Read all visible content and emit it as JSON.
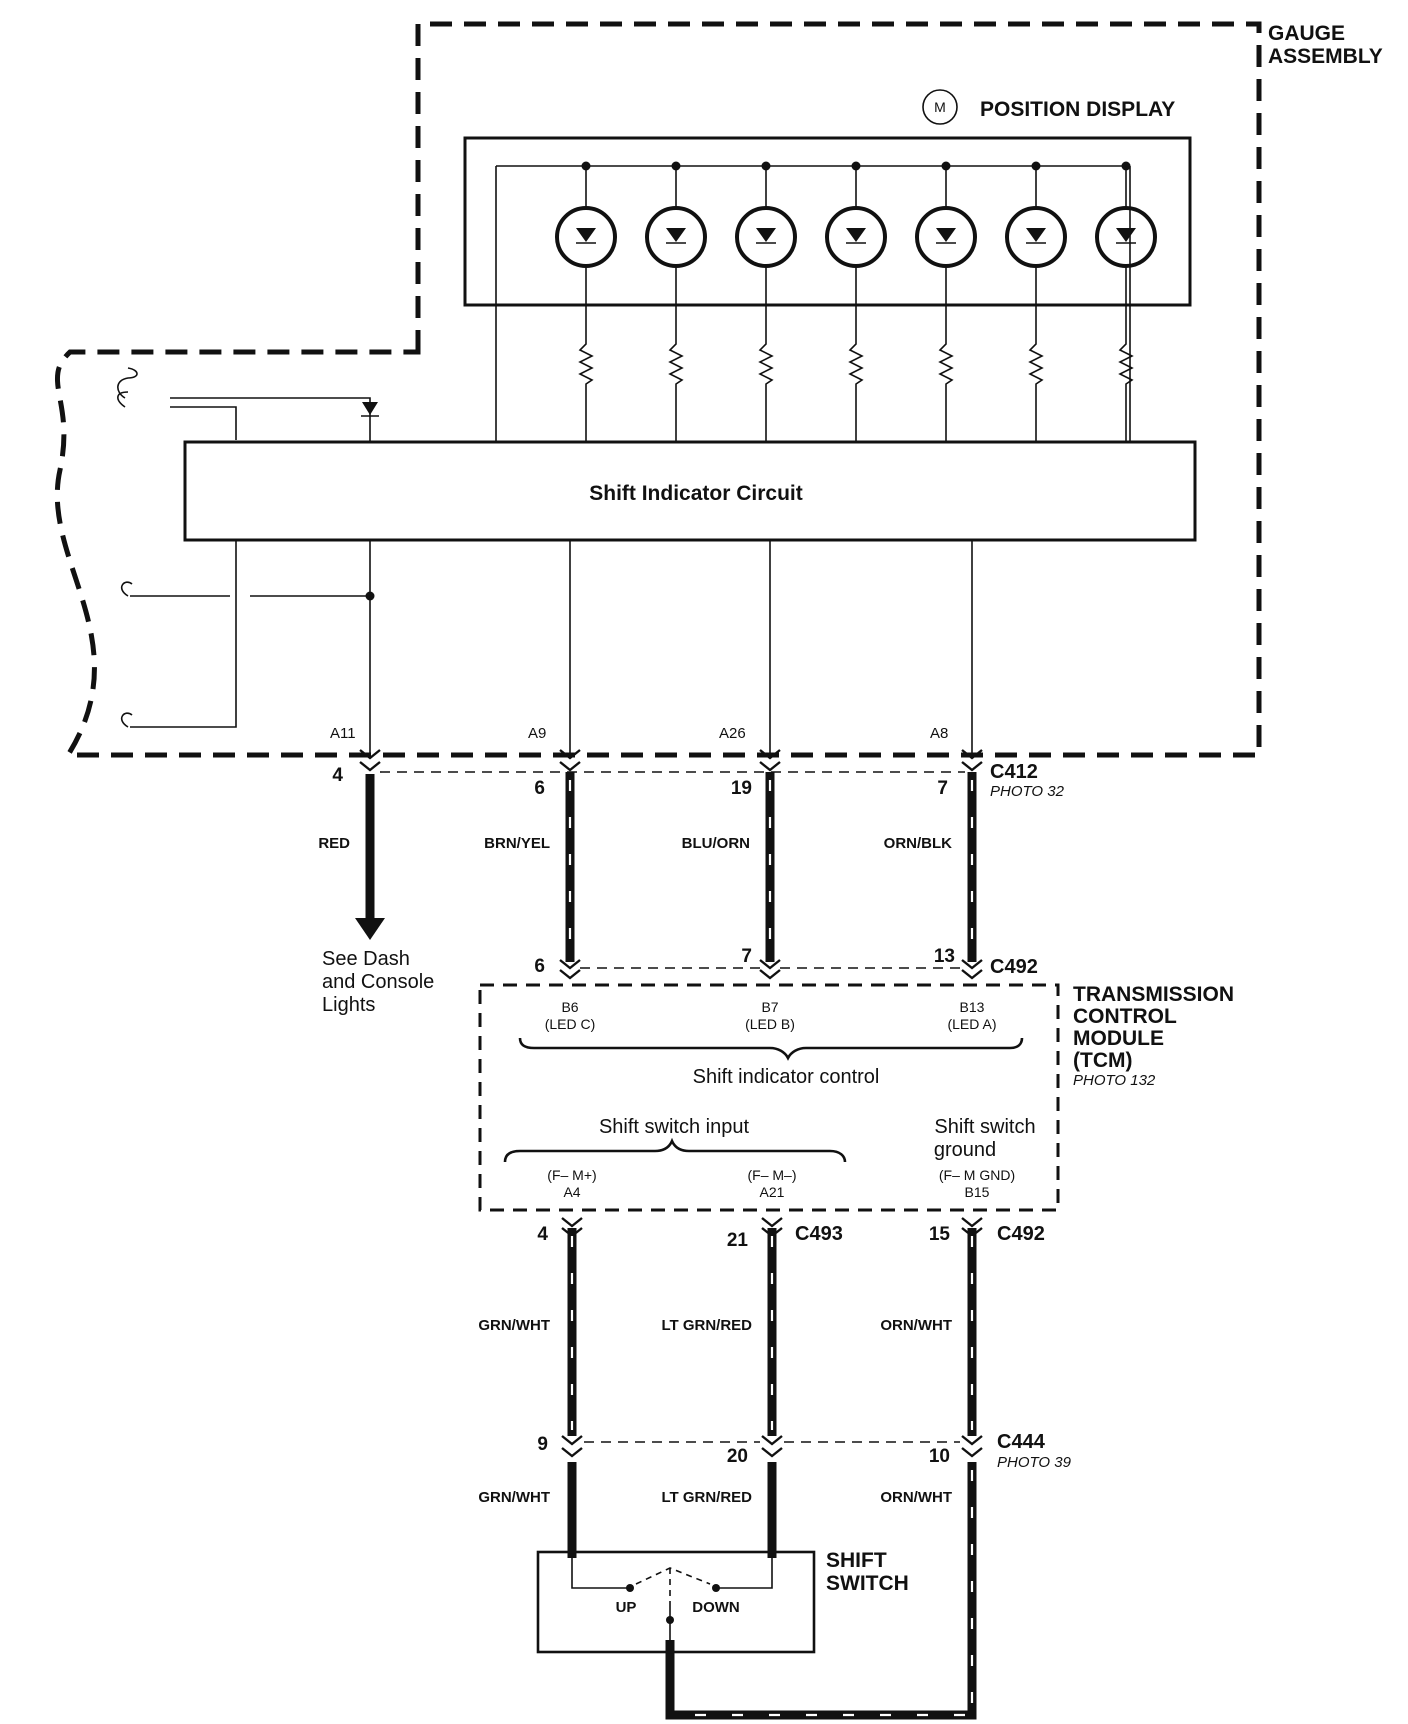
{
  "gauge_assembly": {
    "title_line1": "GAUGE",
    "title_line2": "ASSEMBLY"
  },
  "position_display": {
    "symbol": "M",
    "label": "POSITION DISPLAY",
    "led_count": 7
  },
  "shift_indicator_circuit": {
    "label": "Shift Indicator Circuit"
  },
  "gauge_pins": [
    "A11",
    "A9",
    "A26",
    "A8"
  ],
  "connector_c412": {
    "name": "C412",
    "photo": "PHOTO 32",
    "pins": [
      "4",
      "6",
      "19",
      "7"
    ]
  },
  "upper_wires": [
    "RED",
    "BRN/YEL",
    "BLU/ORN",
    "ORN/BLK"
  ],
  "dash_note": {
    "line1": "See Dash",
    "line2": "and Console",
    "line3": "Lights"
  },
  "connector_c492_top": {
    "name": "C492",
    "pins": [
      "6",
      "7",
      "13"
    ]
  },
  "tcm": {
    "title_line1": "TRANSMISSION",
    "title_line2": "CONTROL",
    "title_line3": "MODULE",
    "title_line4": "(TCM)",
    "photo": "PHOTO 132",
    "led_terminals": [
      {
        "pin": "B6",
        "desc": "(LED C)"
      },
      {
        "pin": "B7",
        "desc": "(LED B)"
      },
      {
        "pin": "B13",
        "desc": "(LED A)"
      }
    ],
    "shift_indicator_control": "Shift indicator control",
    "shift_switch_input": "Shift switch input",
    "shift_switch_ground_line1": "Shift switch",
    "shift_switch_ground_line2": "ground",
    "input_terminals": [
      {
        "desc": "(F– M+)",
        "pin": "A4"
      },
      {
        "desc": "(F– M–)",
        "pin": "A21"
      },
      {
        "desc": "(F– M GND)",
        "pin": "B15"
      }
    ]
  },
  "connector_c493": {
    "name": "C493",
    "pins": [
      "4",
      "21"
    ]
  },
  "connector_c492_bottom": {
    "name": "C492",
    "pin": "15"
  },
  "middle_wires": [
    "GRN/WHT",
    "LT GRN/RED",
    "ORN/WHT"
  ],
  "connector_c444": {
    "name": "C444",
    "photo": "PHOTO 39",
    "pins": [
      "9",
      "20",
      "10"
    ]
  },
  "lower_wires": [
    "GRN/WHT",
    "LT GRN/RED",
    "ORN/WHT"
  ],
  "shift_switch": {
    "title_line1": "SHIFT",
    "title_line2": "SWITCH",
    "up": "UP",
    "down": "DOWN"
  },
  "colors": {
    "ink": "#111111",
    "background": "#ffffff"
  }
}
